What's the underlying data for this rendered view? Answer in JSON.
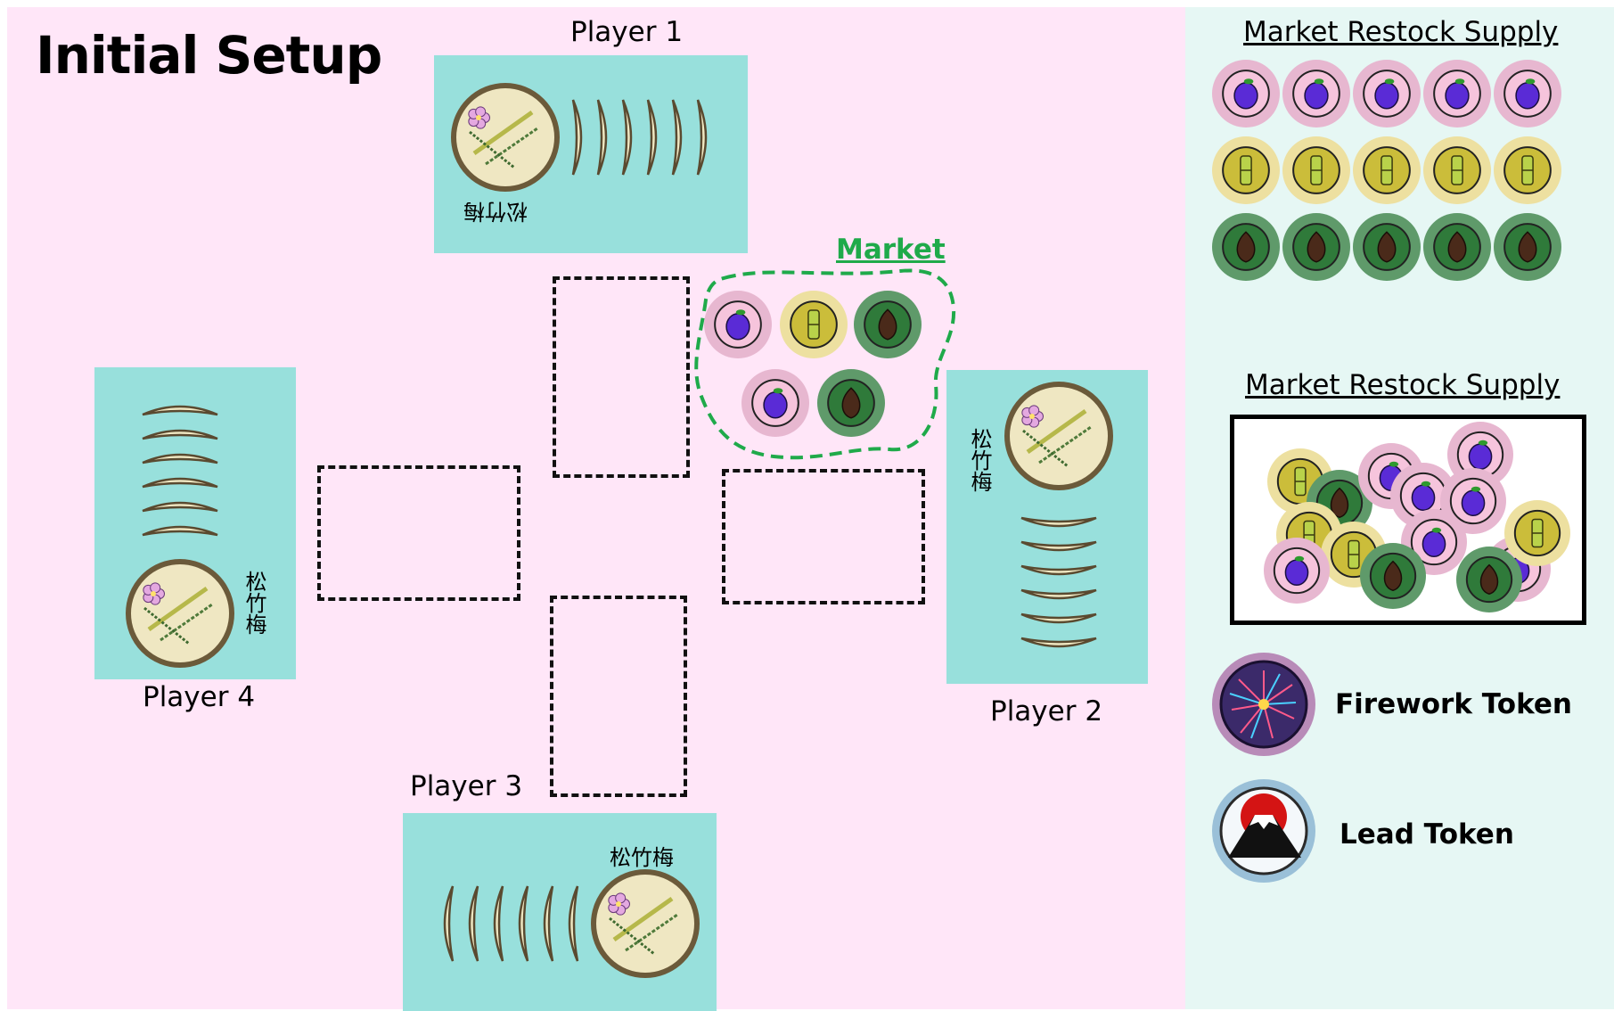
{
  "title": "Initial Setup",
  "players": {
    "p1": "Player 1",
    "p2": "Player 2",
    "p3": "Player 3",
    "p4": "Player 4"
  },
  "board_text": "松竹梅",
  "market": {
    "label": "Market",
    "tokens": [
      "plum",
      "bamboo",
      "pine",
      "plum",
      "pine"
    ]
  },
  "restock": {
    "title": "Market Restock Supply",
    "rows": [
      [
        "plum",
        "plum",
        "plum",
        "plum",
        "plum"
      ],
      [
        "bamboo",
        "bamboo",
        "bamboo",
        "bamboo",
        "bamboo"
      ],
      [
        "pine",
        "pine",
        "pine",
        "pine",
        "pine"
      ]
    ]
  },
  "bag": {
    "title": "Market Restock Supply",
    "tokens": [
      "bamboo",
      "pine",
      "plum",
      "plum",
      "plum",
      "plum",
      "bamboo",
      "plum",
      "bamboo",
      "plum",
      "plum",
      "pine",
      "bamboo",
      "pine"
    ]
  },
  "special_tokens": {
    "firework": "Firework Token",
    "lead": "Lead Token"
  },
  "colors": {
    "background": "#ffe6f8",
    "side_panel": "#e6f7f4",
    "board": "#98e0dc",
    "market_outline": "#1faa4a",
    "plum_outer": "#e7b7d0",
    "plum_fruit": "#5a2bd6",
    "bamboo_outer": "#ede0a0",
    "bamboo_inner": "#cbbd3a",
    "pine_outer": "#5f9a6a",
    "pine_inner": "#2f7a3a"
  }
}
